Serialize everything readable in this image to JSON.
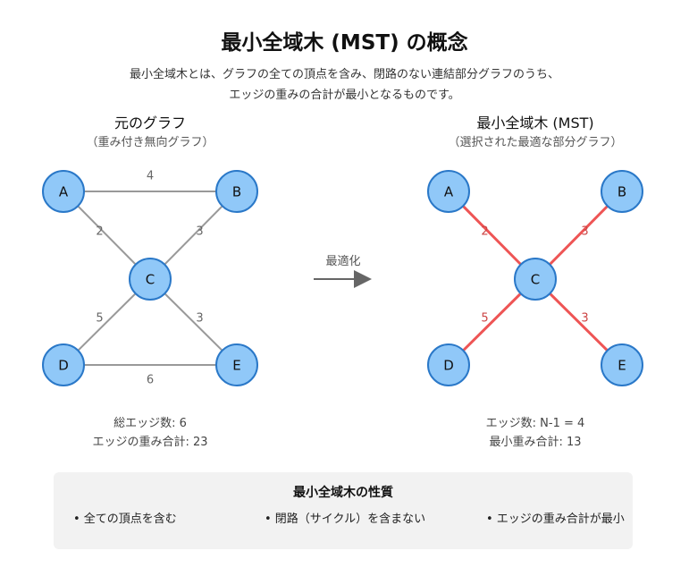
{
  "header": {
    "title": "最小全域木 (MST) の概念",
    "description_line1": "最小全域木とは、グラフの全ての頂点を含み、閉路のない連結部分グラフのうち、",
    "description_line2": "エッジの重みの合計が最小となるものです。"
  },
  "original_graph": {
    "title": "元のグラフ",
    "subtitle": "（重み付き無向グラフ）",
    "nodes": [
      "A",
      "B",
      "C",
      "D",
      "E"
    ],
    "edges": [
      {
        "from": "A",
        "to": "B",
        "weight": "4"
      },
      {
        "from": "A",
        "to": "C",
        "weight": "2"
      },
      {
        "from": "B",
        "to": "C",
        "weight": "3"
      },
      {
        "from": "C",
        "to": "D",
        "weight": "5"
      },
      {
        "from": "C",
        "to": "E",
        "weight": "3"
      },
      {
        "from": "D",
        "to": "E",
        "weight": "6"
      }
    ],
    "stat_edges": "総エッジ数: 6",
    "stat_weight": "エッジの重み合計: 23"
  },
  "arrow": {
    "label": "最適化"
  },
  "mst_graph": {
    "title": "最小全域木 (MST)",
    "subtitle": "（選択された最適な部分グラフ）",
    "nodes": [
      "A",
      "B",
      "C",
      "D",
      "E"
    ],
    "edges": [
      {
        "from": "A",
        "to": "C",
        "weight": "2"
      },
      {
        "from": "B",
        "to": "C",
        "weight": "3"
      },
      {
        "from": "C",
        "to": "D",
        "weight": "5"
      },
      {
        "from": "C",
        "to": "E",
        "weight": "3"
      }
    ],
    "stat_edges": "エッジ数: N-1 = 4",
    "stat_weight": "最小重み合計: 13"
  },
  "properties": {
    "title": "最小全域木の性質",
    "items": [
      "• 全ての頂点を含む",
      "• 閉路（サイクル）を含まない",
      "• エッジの重み合計が最小"
    ]
  },
  "colors": {
    "node_fill": "#90c8f8",
    "node_stroke": "#2a78c8",
    "edge_gray": "#999999",
    "edge_mst": "#ee5555",
    "weight_gray": "#666666",
    "weight_mst": "#cc4444"
  }
}
